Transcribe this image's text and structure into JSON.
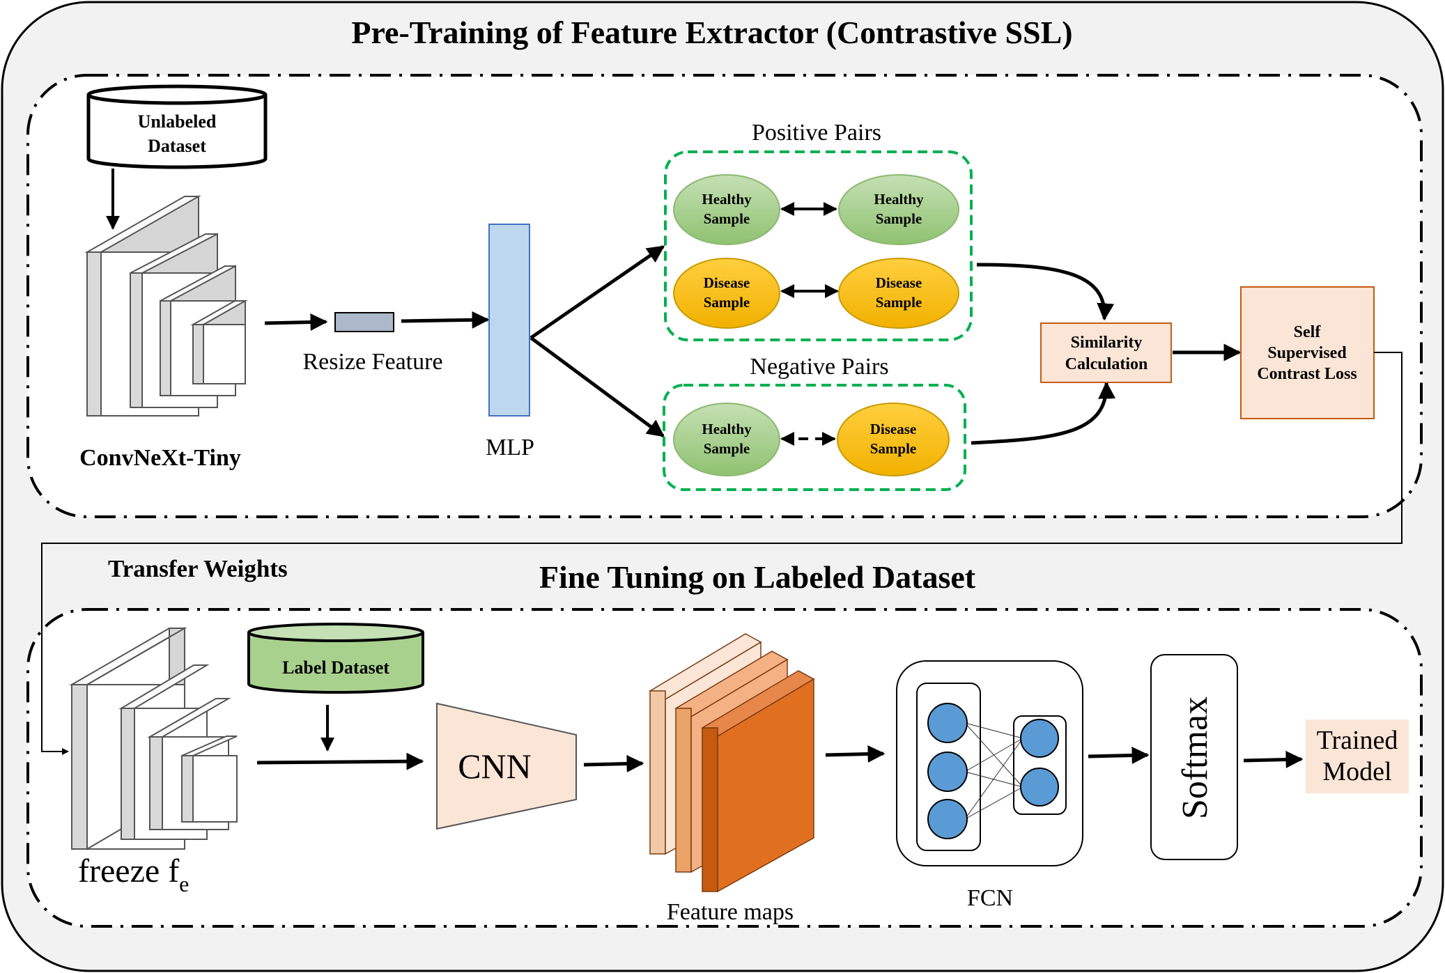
{
  "pretraining": {
    "title": "Pre-Training of Feature Extractor (Contrastive SSL)",
    "unlabeled_dataset_line1": "Unlabeled",
    "unlabeled_dataset_line2": "Dataset",
    "backbone_label": "ConvNeXt-Tiny",
    "resize_label": "Resize Feature",
    "mlp_label": "MLP",
    "positive_pairs_title": "Positive Pairs",
    "negative_pairs_title": "Negative Pairs",
    "healthy_line1": "Healthy",
    "disease_line1": "Disease",
    "sample_line2": "Sample",
    "similarity_line1": "Similarity",
    "similarity_line2": "Calculation",
    "loss_line1": "Self",
    "loss_line2": "Supervised",
    "loss_line3": "Contrast Loss"
  },
  "transfer_label": "Transfer Weights",
  "finetuning": {
    "title": "Fine Tuning on Labeled Dataset",
    "label_dataset": "Label Dataset",
    "freeze_label": "freeze f",
    "freeze_subscript": "e",
    "cnn_label": "CNN",
    "feature_maps_label": "Feature maps",
    "fcn_label": "FCN",
    "softmax_label": "Softmax",
    "trained_line1": "Trained",
    "trained_line2": "Model"
  },
  "colors": {
    "panel_bg": "#f2f2f2",
    "healthy_green": "#a9d18e",
    "disease_yellow": "#ffc000",
    "mlp_blue": "#bdd7ee",
    "resize_gray": "#adb9ca",
    "peach": "#fbe5d6",
    "orange_border": "#c55a11",
    "dashed_green": "#00b050",
    "fcn_node_blue": "#5b9bd5",
    "feature_orange": "#e07020"
  }
}
